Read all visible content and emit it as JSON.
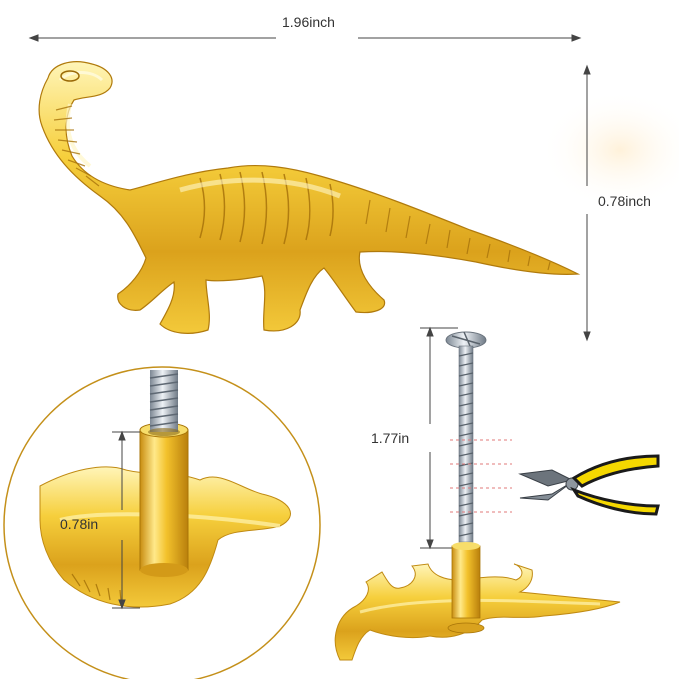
{
  "dimensions": {
    "width": "1.96inch",
    "height": "0.78inch",
    "screw_length": "1.77in",
    "stem_height": "0.78in"
  },
  "colors": {
    "gold_light": "#fff1a8",
    "gold_mid": "#f2c530",
    "gold_dark": "#c08a12",
    "screw_steel": "#b9c2cc",
    "plier_yellow": "#f5d800",
    "plier_black": "#1a1a1a",
    "guide_line": "#444444",
    "dashed_mark": "#e07a7a"
  },
  "icons": {
    "pliers": "pliers-icon",
    "screw": "screw-icon"
  }
}
